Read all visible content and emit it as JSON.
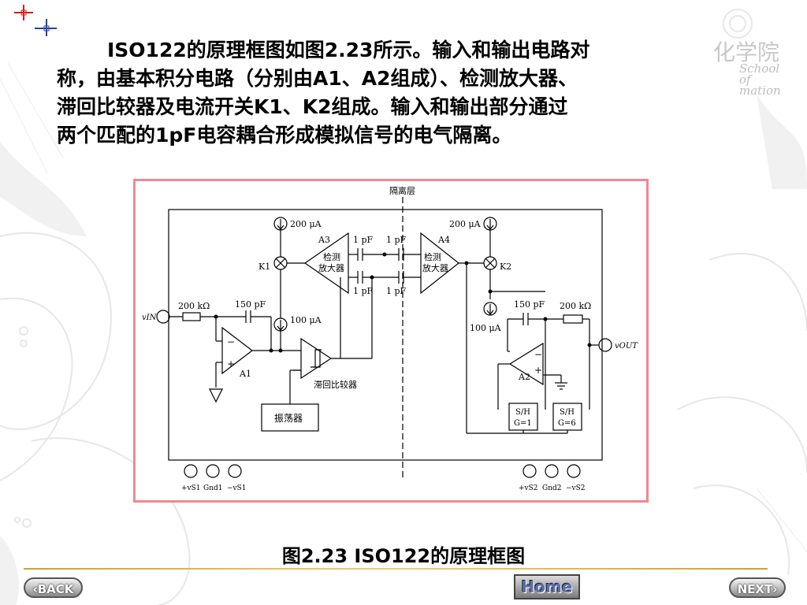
{
  "paragraph": {
    "line1": "ISO122的原理框图如图2.23所示。输入和输出电路对",
    "line2": "称，由基本积分电路（分别由A1、A2组成）、检测放大器、",
    "line3": "滞回比较器及电流开关K1、K2组成。输入和输出部分通过",
    "line4": "两个匹配的1pF电容耦合形成模拟信号的电气隔离。"
  },
  "figure": {
    "caption": "图2.23 ISO122的原理框图",
    "isolation_label": "隔离层",
    "current_top_left": "200 μA",
    "current_top_right": "200 μA",
    "current_mid_left": "100 μA",
    "current_mid_right": "100 μA",
    "amp_a3": "A3",
    "amp_a4": "A4",
    "amp_detect_l1": "检测",
    "amp_detect_l2": "放大器",
    "cap_1pf": "1 pF",
    "switch_k1": "K1",
    "switch_k2": "K2",
    "input_label": "vIN",
    "output_label": "vOUT",
    "res_in": "200 kΩ",
    "res_out": "200 kΩ",
    "cap_150_left": "150 pF",
    "cap_150_right": "150 pF",
    "amp_a1": "A1",
    "amp_a2": "A2",
    "comparator_label": "滞回比较器",
    "oscillator_label": "振荡器",
    "sh1_l1": "S/H",
    "sh1_l2": "G=1",
    "sh2_l1": "S/H",
    "sh2_l2": "G=6",
    "pins_left": [
      "+vS1",
      "Gnd1",
      "−vS1"
    ],
    "pins_right": [
      "+vS2",
      "Gnd2",
      "−vS2"
    ]
  },
  "nav": {
    "back": "BACK",
    "home": "Home",
    "next": "NEXT"
  },
  "logo": {
    "line1": "化学院",
    "line2a": "School",
    "line2b": "of",
    "line2c": "mation"
  },
  "colors": {
    "frame_border": "#f08890",
    "accent_gold": "#c9a23a",
    "crosshair_red": "#cc2222",
    "crosshair_blue": "#2244aa"
  }
}
